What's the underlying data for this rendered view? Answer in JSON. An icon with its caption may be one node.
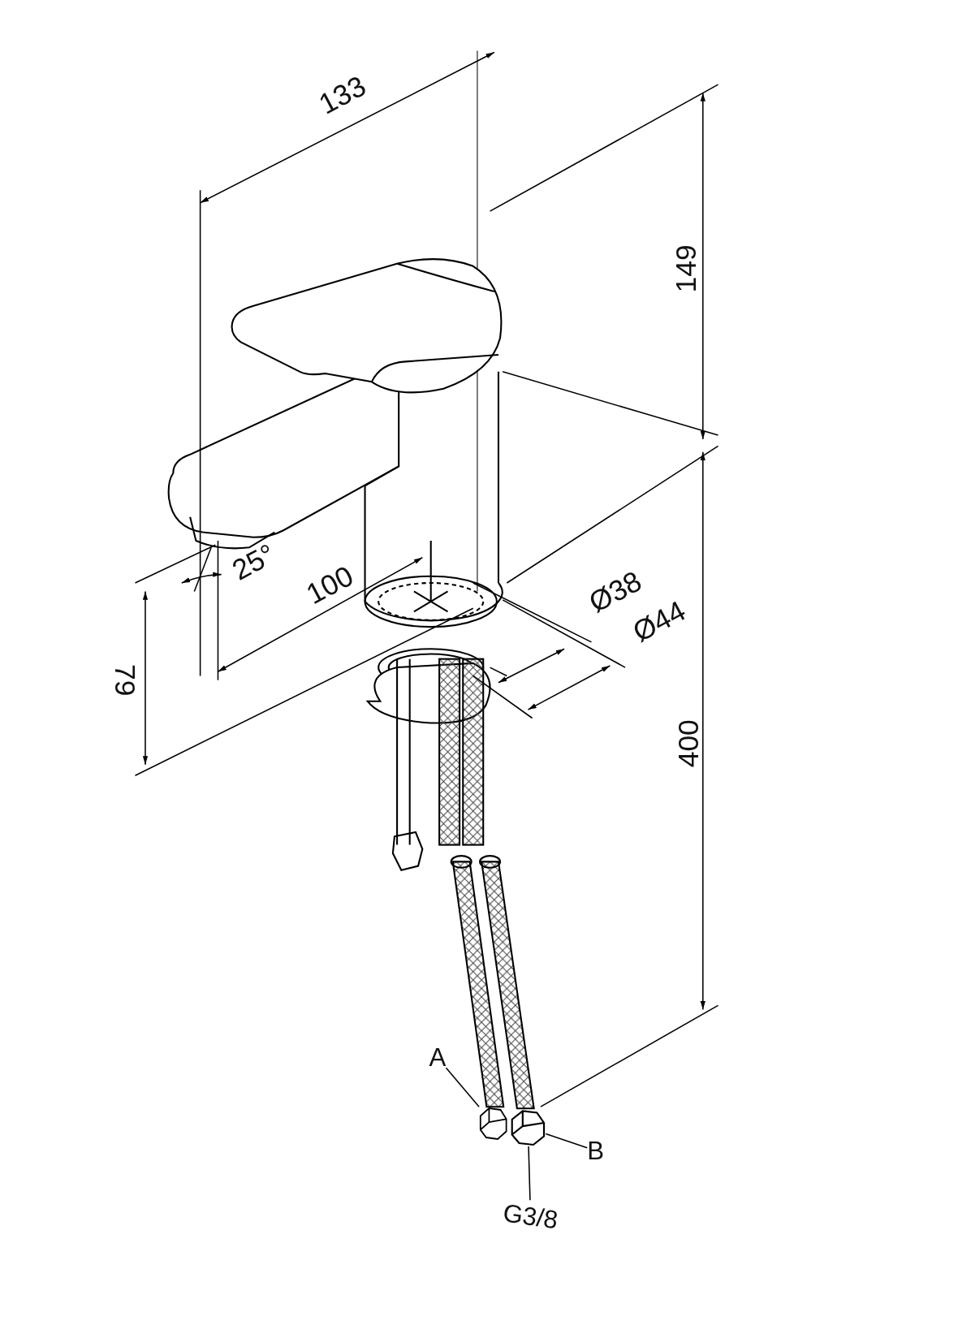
{
  "diagram": {
    "nodes": [
      {
        "text": [
          "A"
        ]
      },
      {
        "text": [
          "B"
        ]
      },
      {
        "text": [
          "G3/8"
        ]
      },
      {
        "text": [],
        "shape": "picture"
      },
      {
        "text": [],
        "shape": "picture"
      }
    ],
    "edges": [
      {
        "from": 0,
        "to": 3,
        "arrow": "none"
      },
      {
        "from": 1,
        "to": 4,
        "arrow": "none"
      },
      {
        "from": 2,
        "to": 4,
        "arrow": "none"
      }
    ],
    "labels": [
      "133",
      "149",
      "25°",
      "100",
      "79",
      "Ø38",
      "Ø44",
      "400"
    ]
  }
}
